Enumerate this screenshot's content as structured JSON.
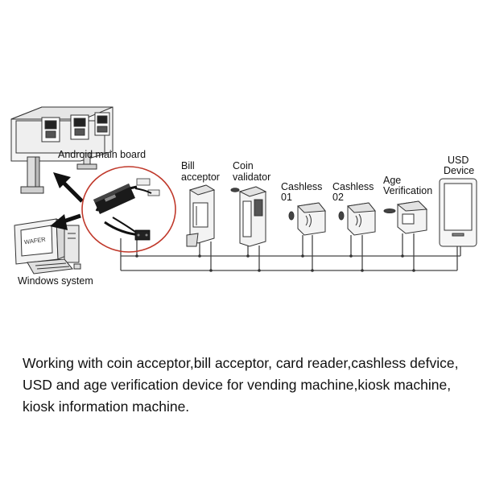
{
  "labels": {
    "android_main_board": "Android main board",
    "windows_system": "Windows system",
    "bill_acceptor": [
      "Bill",
      "acceptor"
    ],
    "coin_validator": [
      "Coin",
      "validator"
    ],
    "cashless_01": [
      "Cashless",
      "01"
    ],
    "cashless_02": [
      "Cashless",
      "02"
    ],
    "age_verification": [
      "Age",
      "Verification"
    ],
    "usd_device": [
      "USD",
      "Device"
    ],
    "monitor_screen_text": "WAFER"
  },
  "caption": {
    "lines": [
      "Working with coin acceptor,bill acceptor, card reader,cashless defvice,",
      "USD and age verification device for vending machine,kiosk machine,",
      "kiosk information machine."
    ]
  },
  "colors": {
    "highlight_circle": "#c0392b",
    "line": "#333333",
    "adapter_body": "#1a1a1a"
  }
}
